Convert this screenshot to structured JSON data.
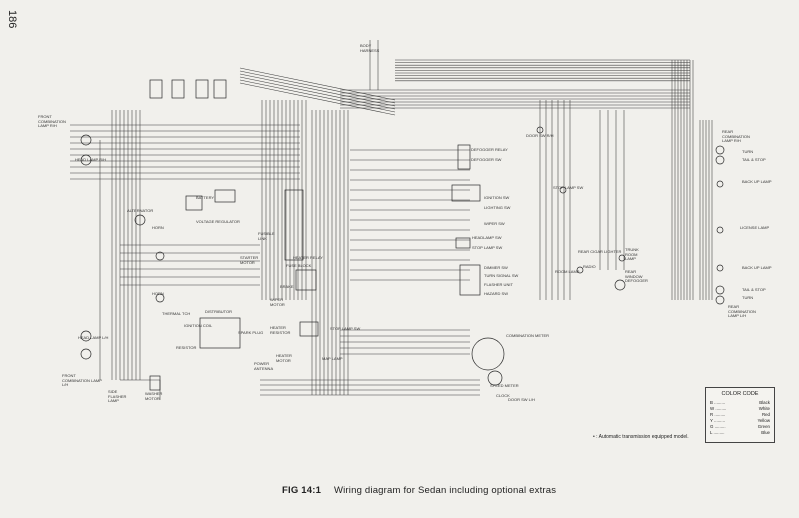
{
  "page_number": "186",
  "caption": {
    "figure": "FIG 14:1",
    "text": "Wiring diagram for Sedan including optional extras"
  },
  "note": "• : Automatic transmission equipped model.",
  "color_code": {
    "title": "COLOR CODE",
    "entries": [
      {
        "code": "B",
        "color": "Black"
      },
      {
        "code": "W",
        "color": "White"
      },
      {
        "code": "R",
        "color": "Red"
      },
      {
        "code": "Y",
        "color": "Yellow"
      },
      {
        "code": "G",
        "color": "Green"
      },
      {
        "code": "L",
        "color": "Blue"
      }
    ]
  },
  "labels": {
    "front_comb_lamp": "FRONT COMBINATION LAMP R/H",
    "head_lamp_rh": "HEAD LAMP R/H",
    "alternator": "ALTERNATOR",
    "horn_top": "HORN",
    "horn": "HORN",
    "thermal": "THERMAL TCH",
    "distributor": "DISTRIBUTOR",
    "ignition_coil": "IGNITION COIL",
    "spark_plug": "SPARK PLUG",
    "resistor": "RESISTOR",
    "head_lamp_lh": "HEAD LAMP L/H",
    "side_flasher": "SIDE FLASHER LAMP",
    "front_comb_lh": "FRONT COMBINATION LAMP L/H",
    "washer_motor": "WASHER MOTOR",
    "battery": "BATTERY",
    "voltage_reg": "VOLTAGE REGULATOR",
    "starter_motor": "STARTER MOTOR",
    "fuse_block": "FUSE BLOCK",
    "fuse_relay": "FUSIBLE LINK",
    "heater_relay": "HEATER RELAY",
    "wiper_motor": "WIPER MOTOR",
    "brake_switch": "BRAKE",
    "heater_resistor": "HEATER RESISTOR",
    "heater_motor": "HEATER MOTOR",
    "power_antenna": "POWER ANTENNA",
    "stop_lamp_sw": "STOP LAMP SW",
    "map_lamp": "MAP LAMP",
    "ignition_sw": "IGNITION SW",
    "lighting_sw": "LIGHTING SW",
    "wiper_sw": "WIPER SW",
    "headlamp_sw": "HEADLAMP SW",
    "stop_lamp_sw2": "STOP LAMP SW",
    "dimmer_sw": "DIMMER SW",
    "turn_signal_sw": "TURN SIGNAL SW",
    "flasher_unit": "FLASHER UNIT",
    "hazard_sw": "HAZARD SW",
    "combination_meter": "COMBINATION METER",
    "speedometer": "SPEED METER",
    "clock": "CLOCK",
    "door_sw_lh": "DOOR SW L/H",
    "defogger_relay": "DEFOGGER RELAY",
    "defogger_sw": "DEFOGGER SW",
    "door_sw_rh": "DOOR SW R/H",
    "room_lamp": "ROOM LAMP",
    "rear_cigar": "REAR CIGAR LIGHTER",
    "trunk_room_lamp": "TRUNK ROOM LAMP",
    "radio": "RADIO",
    "rear_window": "REAR WINDOW DEFOGGER",
    "stop_lamp": "STOP LAMP SW",
    "rear_comb_rh": "REAR COMBINATION LAMP R/H",
    "tail_stop": "TAIL & STOP",
    "back_up_lamp": "BACK UP LAMP",
    "license_lamp": "LICENSE LAMP",
    "back_up_lamp2": "BACK UP LAMP",
    "tail_stop2": "TAIL & STOP",
    "turn2": "TURN",
    "rear_comb_lh": "REAR COMBINATION LAMP L/H",
    "turn": "TURN",
    "body_harness": "BODY HARNESS"
  }
}
